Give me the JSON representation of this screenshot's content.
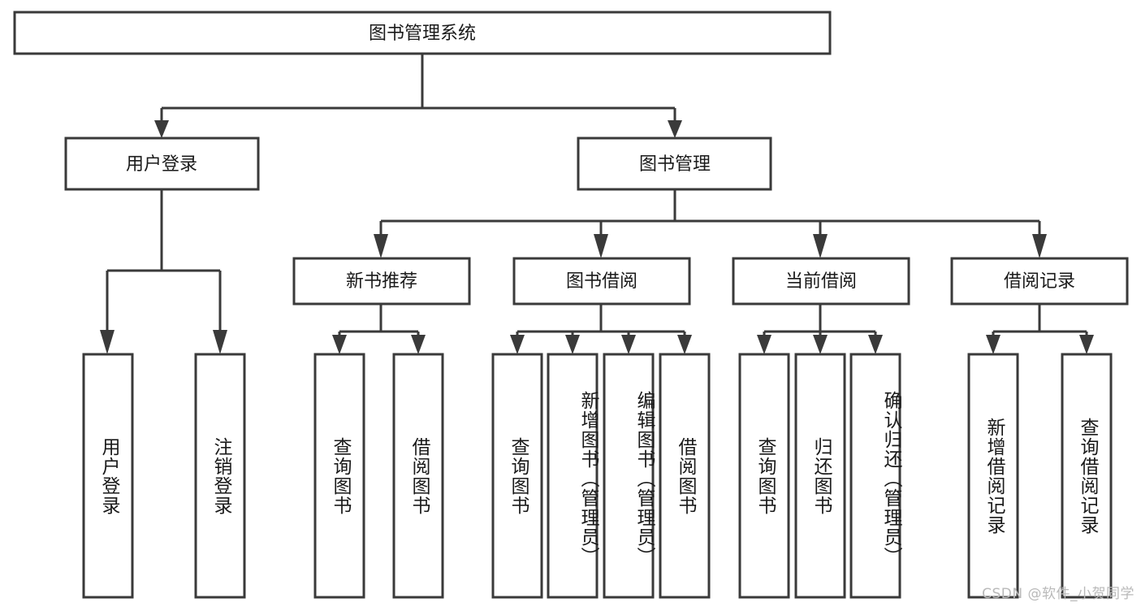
{
  "diagram": {
    "type": "hierarchy-tree",
    "title": "图书管理系统",
    "watermark": "CSDN @软件_小贺同学",
    "colors": {
      "stroke": "#3a3a3a",
      "fill": "#ffffff",
      "text": "#1a1a1a",
      "watermark": "#b9b9b9"
    },
    "root": {
      "label": "图书管理系统"
    },
    "level2": [
      {
        "label": "用户登录"
      },
      {
        "label": "图书管理"
      }
    ],
    "level3": [
      {
        "label": "新书推荐"
      },
      {
        "label": "图书借阅"
      },
      {
        "label": "当前借阅"
      },
      {
        "label": "借阅记录"
      }
    ],
    "leaves": {
      "user_login": [
        {
          "label": "用户登录"
        },
        {
          "label": "注销登录"
        }
      ],
      "new_book": [
        {
          "label": "查询图书"
        },
        {
          "label": "借阅图书"
        }
      ],
      "book_borrow": [
        {
          "label": "查询图书"
        },
        {
          "label": "新增图书（管理员）"
        },
        {
          "label": "编辑图书（管理员）"
        },
        {
          "label": "借阅图书"
        }
      ],
      "current_borrow": [
        {
          "label": "查询图书"
        },
        {
          "label": "归还图书"
        },
        {
          "label": "确认归还（管理员）"
        }
      ],
      "borrow_record": [
        {
          "label": "新增借阅记录"
        },
        {
          "label": "查询借阅记录"
        }
      ]
    }
  }
}
